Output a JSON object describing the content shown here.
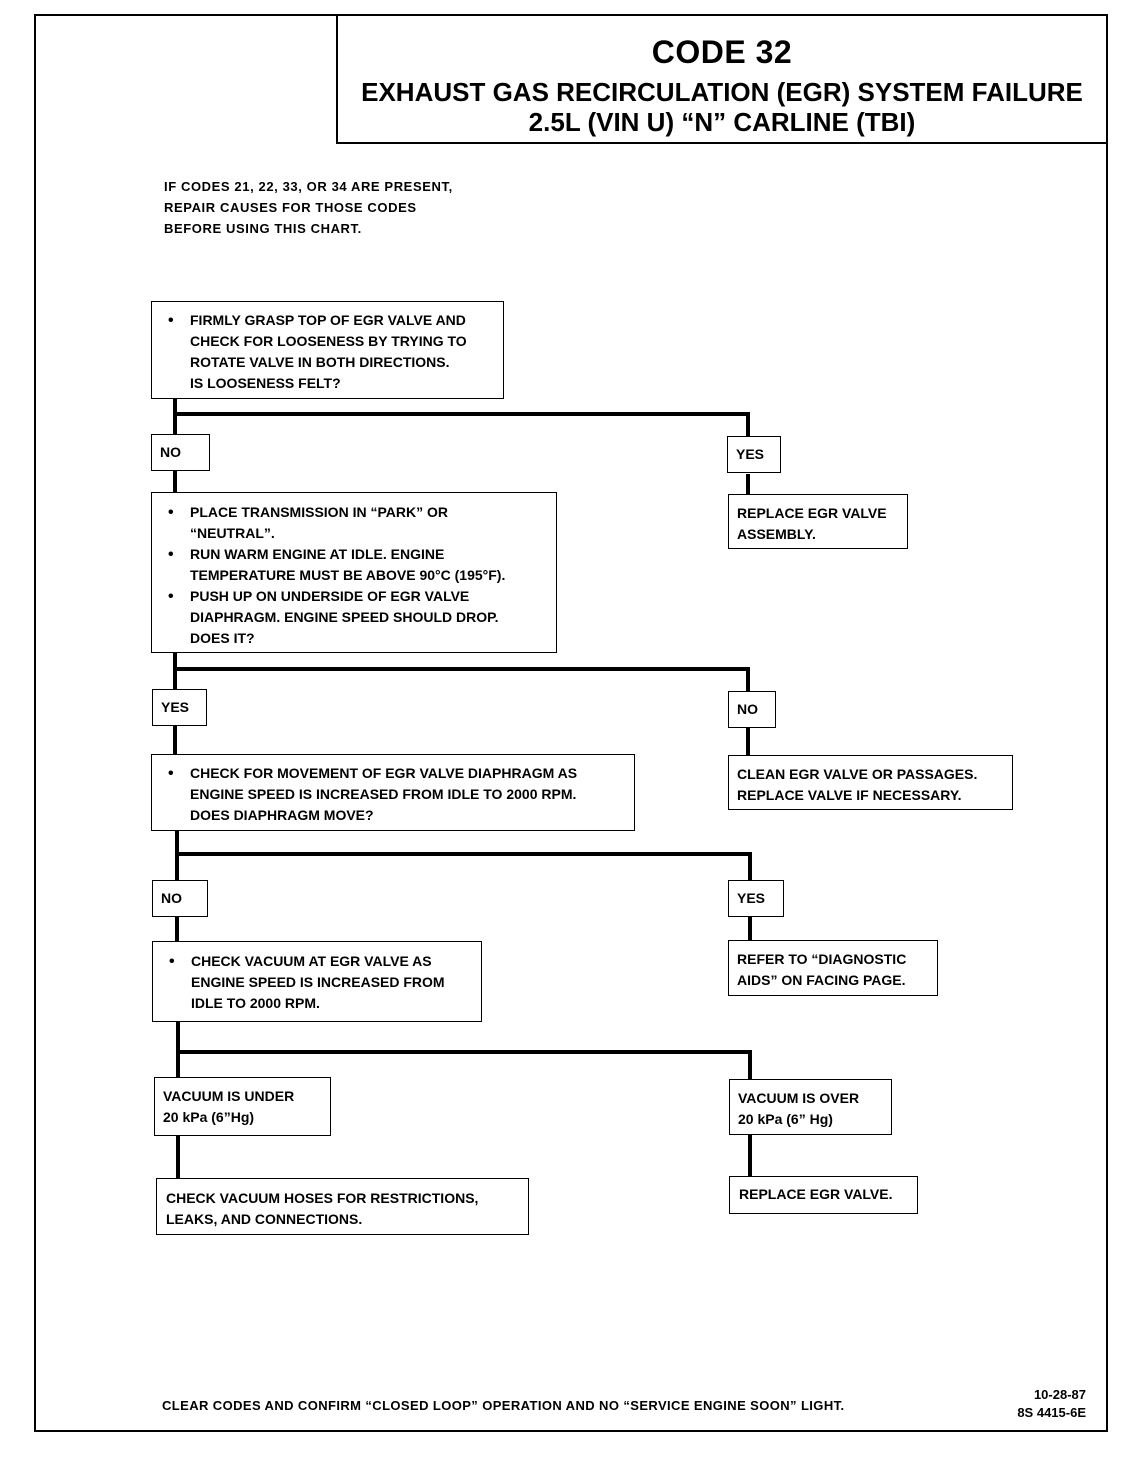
{
  "header": {
    "code": "CODE 32",
    "title_line1": "EXHAUST GAS RECIRCULATION (EGR) SYSTEM FAILURE",
    "title_line2": "2.5L  (VIN U)  “N”  CARLINE  (TBI)"
  },
  "note": {
    "line1": "IF CODES 21, 22, 33, OR 34 ARE PRESENT,",
    "line2": "REPAIR  CAUSES  FOR  THOSE  CODES",
    "line3": "BEFORE USING THIS CHART."
  },
  "step1": {
    "bullets": [
      [
        "FIRMLY GRASP TOP OF EGR VALVE AND",
        "CHECK FOR LOOSENESS BY TRYING TO",
        "ROTATE VALVE IN BOTH DIRECTIONS.",
        "IS LOOSENESS FELT?"
      ]
    ],
    "no_label": "NO",
    "yes_label": "YES",
    "yes_result": [
      "REPLACE EGR VALVE",
      "ASSEMBLY."
    ]
  },
  "step2": {
    "bullets": [
      [
        "PLACE TRANSMISSION IN “PARK” OR",
        "“NEUTRAL”."
      ],
      [
        "RUN WARM ENGINE AT IDLE.  ENGINE",
        "TEMPERATURE MUST BE  ABOVE 90°C (195°F)."
      ],
      [
        "PUSH UP ON UNDERSIDE OF EGR VALVE",
        "DIAPHRAGM.  ENGINE SPEED SHOULD DROP.",
        "DOES IT?"
      ]
    ],
    "yes_label": "YES",
    "no_label": "NO",
    "no_result": [
      "CLEAN EGR VALVE OR PASSAGES.",
      "REPLACE VALVE IF NECESSARY."
    ]
  },
  "step3": {
    "bullets": [
      [
        "CHECK FOR MOVEMENT OF EGR VALVE DIAPHRAGM AS",
        "ENGINE SPEED IS INCREASED FROM IDLE TO 2000 RPM.",
        "DOES DIAPHRAGM MOVE?"
      ]
    ],
    "no_label": "NO",
    "yes_label": "YES",
    "yes_result": [
      "REFER TO “DIAGNOSTIC",
      "AIDS” ON FACING PAGE."
    ]
  },
  "step4": {
    "bullets": [
      [
        "CHECK VACUUM AT EGR VALVE AS",
        "ENGINE SPEED IS INCREASED FROM",
        "IDLE TO 2000 RPM."
      ]
    ],
    "under_label": [
      "VACUUM IS UNDER",
      "20 kPa (6”Hg)"
    ],
    "over_label": [
      "VACUUM IS  OVER",
      "20 kPa (6” Hg)"
    ],
    "under_result": [
      "CHECK VACUUM HOSES FOR RESTRICTIONS,",
      "LEAKS, AND CONNECTIONS."
    ],
    "over_result": [
      "REPLACE EGR VALVE."
    ]
  },
  "footer": {
    "text": "CLEAR CODES AND CONFIRM “CLOSED LOOP” OPERATION AND NO “SERVICE ENGINE SOON” LIGHT.",
    "date": "10-28-87",
    "doc_id": "8S 4415-6E"
  }
}
